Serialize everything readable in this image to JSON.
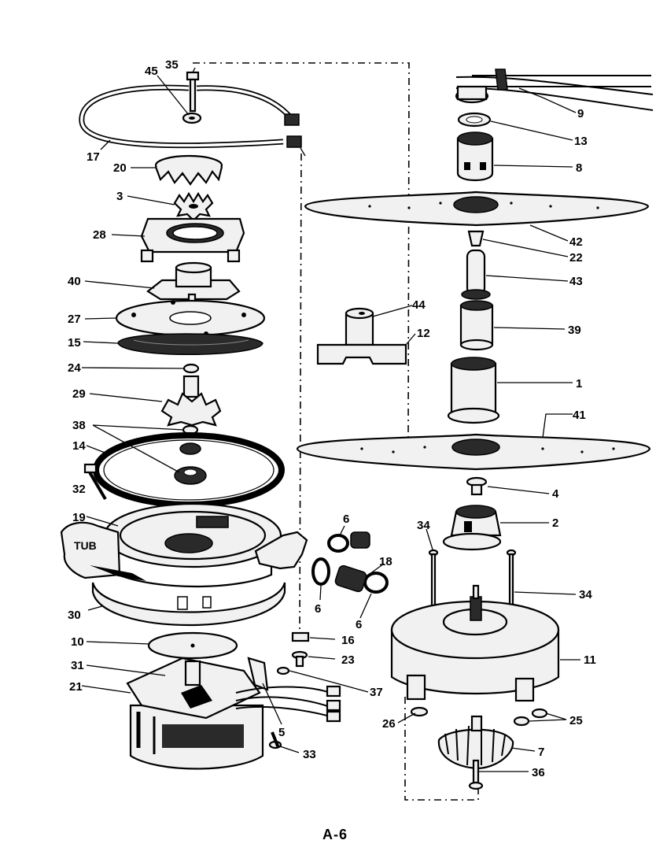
{
  "diagram": {
    "page_label": "A-6",
    "tub_label": "TUB",
    "callouts": [
      "35",
      "45",
      "17",
      "20",
      "3",
      "28",
      "40",
      "27",
      "15",
      "24",
      "29",
      "38",
      "14",
      "32",
      "19",
      "30",
      "10",
      "31",
      "21",
      "5",
      "33",
      "37",
      "23",
      "16",
      "6",
      "18",
      "6",
      "6",
      "9",
      "13",
      "8",
      "42",
      "22",
      "43",
      "44",
      "12",
      "39",
      "1",
      "41",
      "4",
      "2",
      "34",
      "34",
      "11",
      "26",
      "25",
      "7",
      "36"
    ]
  }
}
